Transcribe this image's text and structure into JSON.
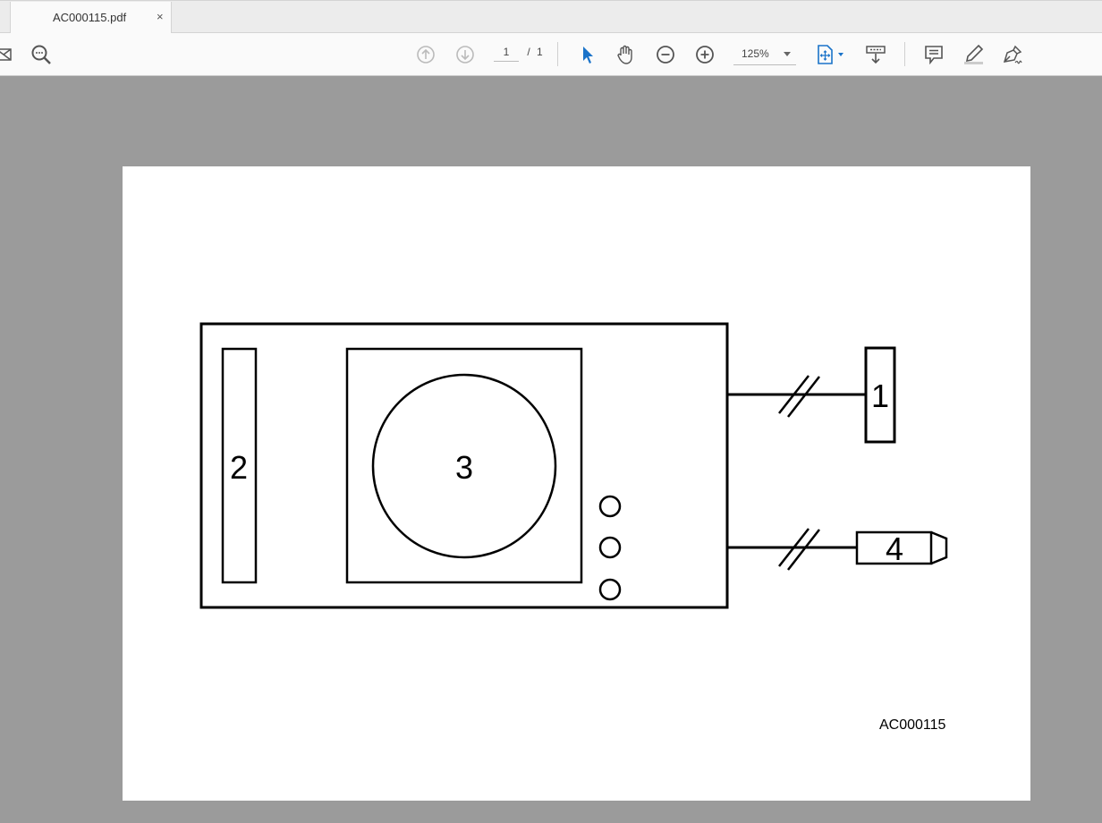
{
  "tab": {
    "title": "AC000115.pdf",
    "close": "×"
  },
  "toolbar": {
    "current_page": "1",
    "page_sep": "/",
    "total_pages": "1",
    "zoom": "125%",
    "accent_color": "#1a73c9"
  },
  "document": {
    "labels": {
      "one": "1",
      "two": "2",
      "three": "3",
      "four": "4"
    },
    "figure_id": "AC000115"
  }
}
